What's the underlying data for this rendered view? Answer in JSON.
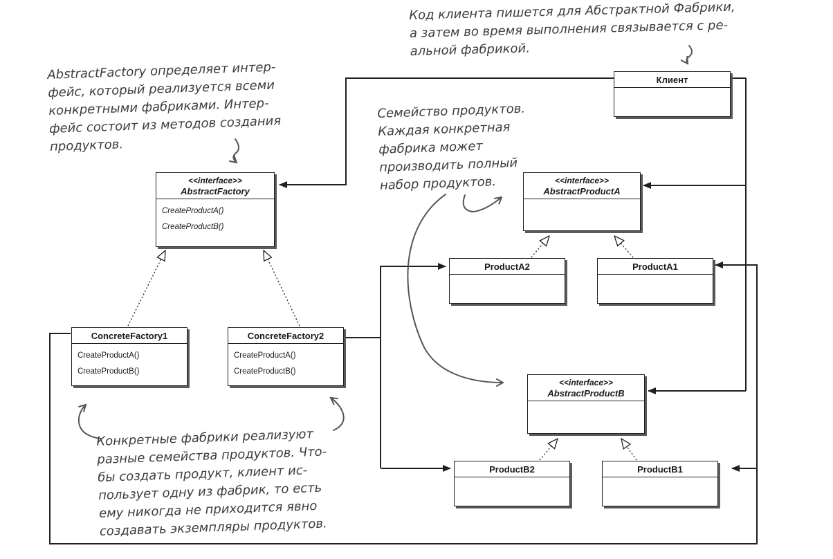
{
  "classes": {
    "client": {
      "name": "Клиент"
    },
    "abstract_factory": {
      "stereotype": "<<interface>>",
      "name": "AbstractFactory",
      "ops": [
        "CreateProductA()",
        "CreateProductB()"
      ]
    },
    "concrete_factory_1": {
      "name": "ConcreteFactory1",
      "ops": [
        "CreateProductA()",
        "CreateProductB()"
      ]
    },
    "concrete_factory_2": {
      "name": "ConcreteFactory2",
      "ops": [
        "CreateProductA()",
        "CreateProductB()"
      ]
    },
    "abstract_product_a": {
      "stereotype": "<<interface>>",
      "name": "AbstractProductA"
    },
    "abstract_product_b": {
      "stereotype": "<<interface>>",
      "name": "AbstractProductB"
    },
    "product_a2": {
      "name": "ProductA2"
    },
    "product_a1": {
      "name": "ProductA1"
    },
    "product_b2": {
      "name": "ProductB2"
    },
    "product_b1": {
      "name": "ProductB1"
    }
  },
  "notes": {
    "client_note": "Код клиента пишется для Абстрактной Фабрики,\nа затем во время выполнения связывается с ре-\nальной фабрикой.",
    "abstract_factory_note": "AbstractFactory определяет интер-\nфейс, который реализуется всеми\nконкретными фабриками. Интер-\nфейс состоит из методов создания\nпродуктов.",
    "family_note": "Семейство продуктов.\nКаждая конкретная\nфабрика может\nпроизводить полный\nнабор продуктов.",
    "concrete_note": "Конкретные фабрики реализуют\nразные семейства продуктов. Что-\nбы создать продукт, клиент ис-\nпользует одну из фабрик, то есть\nему никогда не приходится явно\nсоздавать экземпляры продуктов."
  }
}
